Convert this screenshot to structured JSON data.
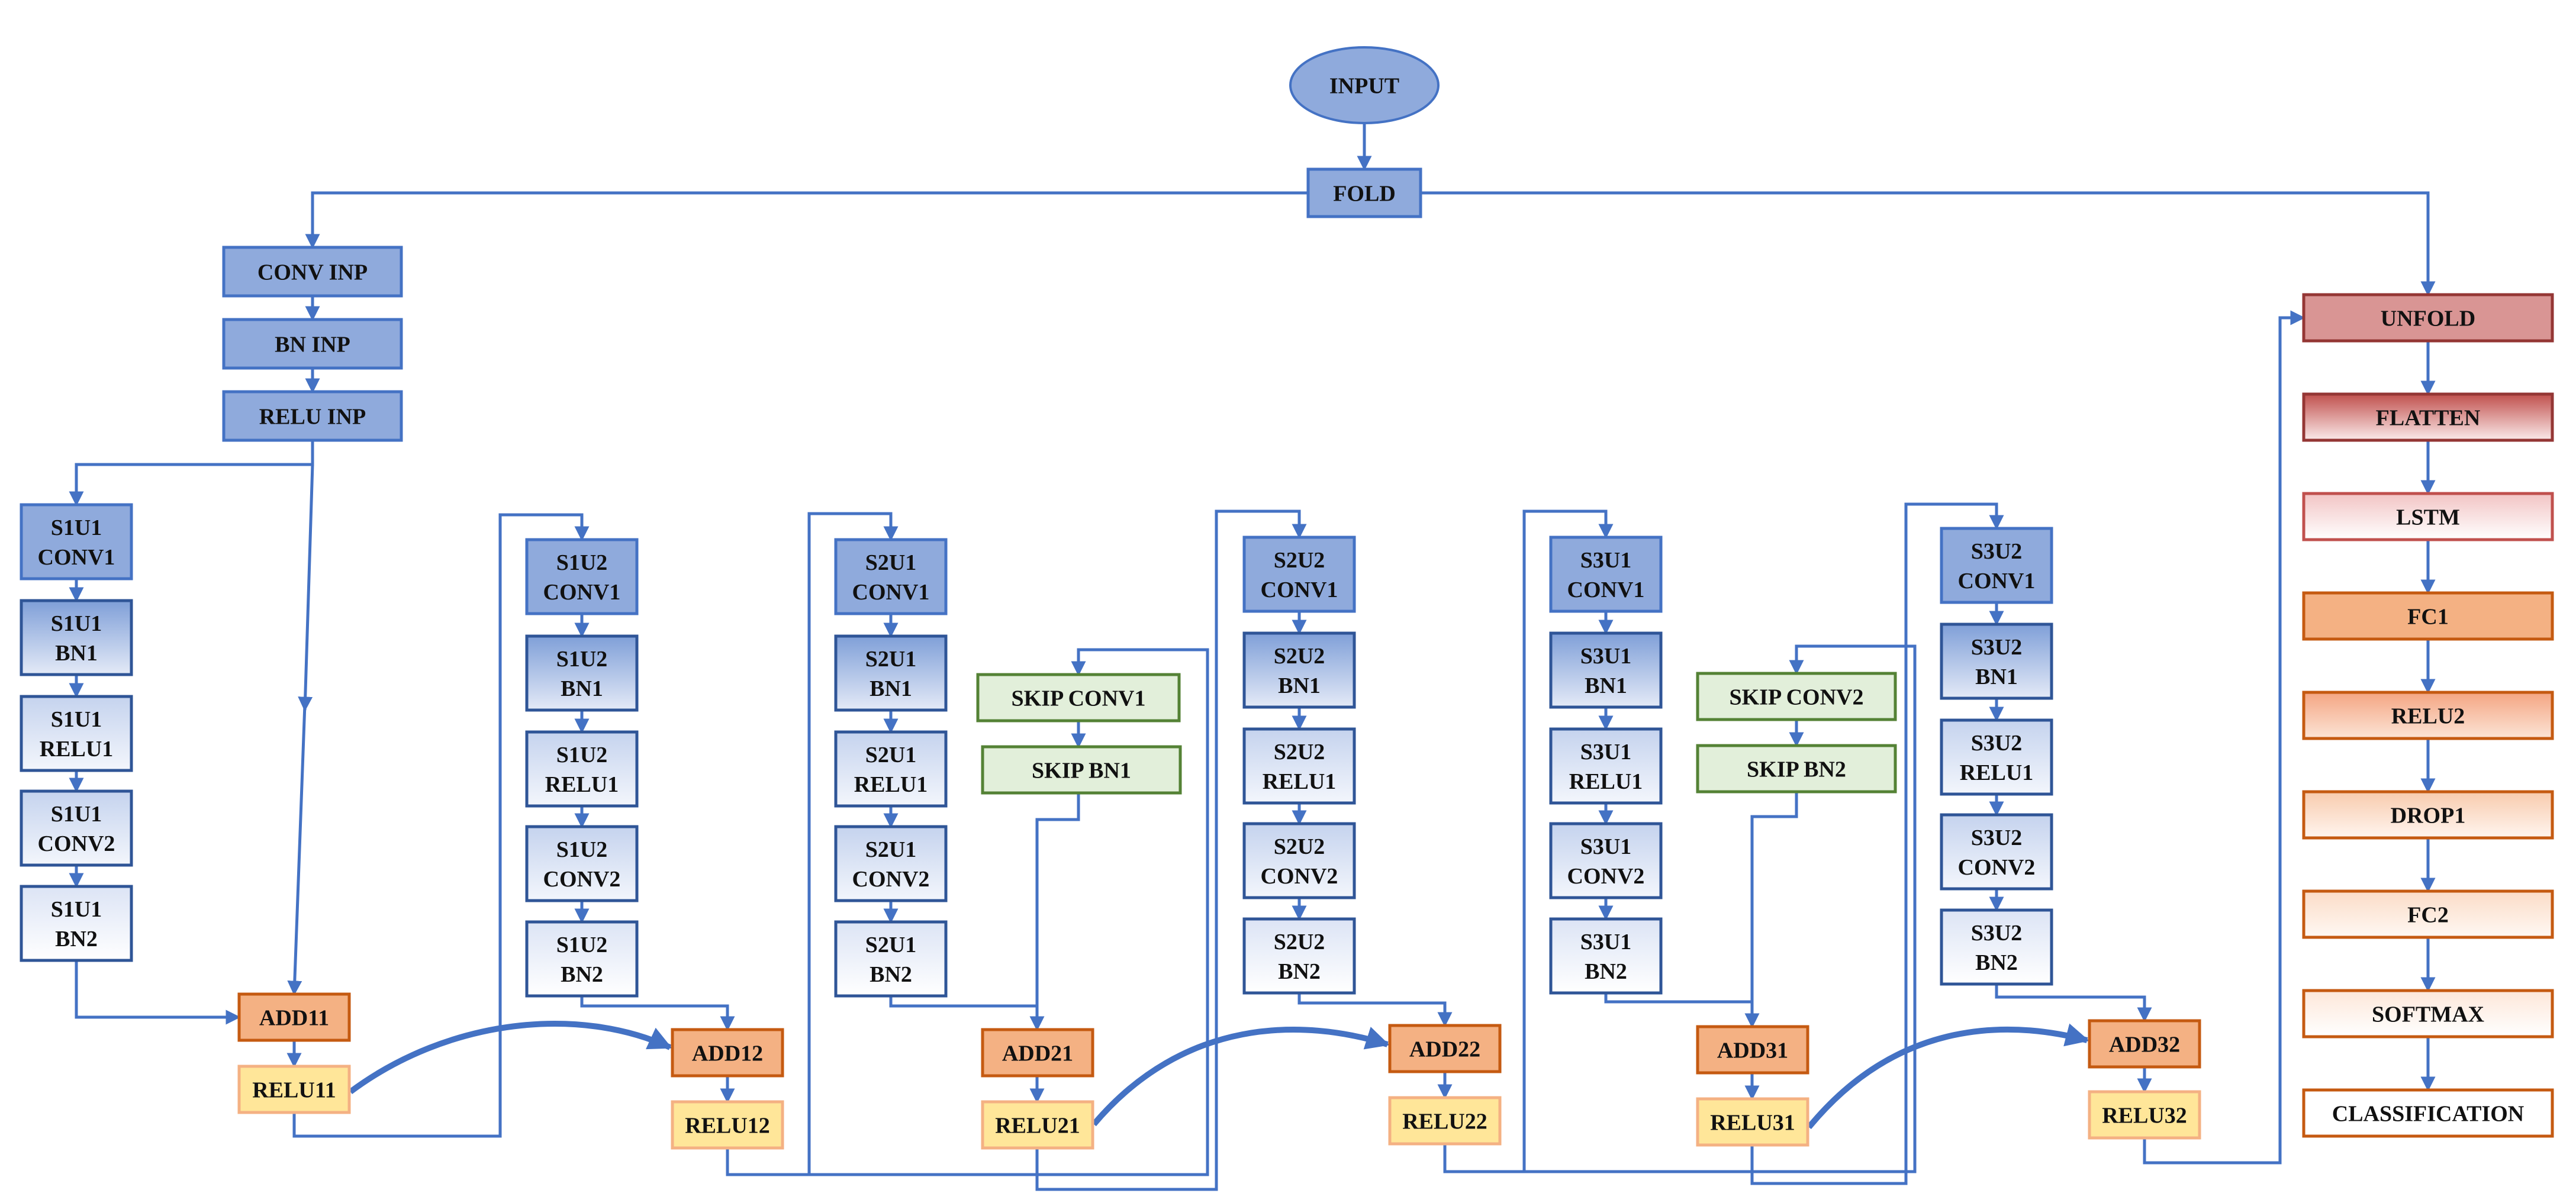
{
  "diagram": {
    "nodes": [
      {
        "id": "input",
        "lines": [
          "INPUT"
        ],
        "style": "ellipse"
      },
      {
        "id": "fold",
        "lines": [
          "FOLD"
        ],
        "style": "blue"
      },
      {
        "id": "conv_inp",
        "lines": [
          "CONV INP"
        ],
        "style": "blue"
      },
      {
        "id": "bn_inp",
        "lines": [
          "BN INP"
        ],
        "style": "blue"
      },
      {
        "id": "relu_inp",
        "lines": [
          "RELU INP"
        ],
        "style": "blue"
      },
      {
        "id": "s1u1_conv1",
        "lines": [
          "S1U1",
          "CONV1"
        ],
        "style": "blue"
      },
      {
        "id": "s1u1_bn1",
        "lines": [
          "S1U1",
          "BN1"
        ],
        "style": "blue2"
      },
      {
        "id": "s1u1_relu1",
        "lines": [
          "S1U1",
          "RELU1"
        ],
        "style": "light"
      },
      {
        "id": "s1u1_conv2",
        "lines": [
          "S1U1",
          "CONV2"
        ],
        "style": "light"
      },
      {
        "id": "s1u1_bn2",
        "lines": [
          "S1U1",
          "BN2"
        ],
        "style": "lighter"
      },
      {
        "id": "add11",
        "lines": [
          "ADD11"
        ],
        "style": "orange"
      },
      {
        "id": "relu11",
        "lines": [
          "RELU11"
        ],
        "style": "yellow"
      },
      {
        "id": "s1u2_conv1",
        "lines": [
          "S1U2",
          "CONV1"
        ],
        "style": "blue"
      },
      {
        "id": "s1u2_bn1",
        "lines": [
          "S1U2",
          "BN1"
        ],
        "style": "blue2"
      },
      {
        "id": "s1u2_relu1",
        "lines": [
          "S1U2",
          "RELU1"
        ],
        "style": "light"
      },
      {
        "id": "s1u2_conv2",
        "lines": [
          "S1U2",
          "CONV2"
        ],
        "style": "light"
      },
      {
        "id": "s1u2_bn2",
        "lines": [
          "S1U2",
          "BN2"
        ],
        "style": "lighter"
      },
      {
        "id": "add12",
        "lines": [
          "ADD12"
        ],
        "style": "orange"
      },
      {
        "id": "relu12",
        "lines": [
          "RELU12"
        ],
        "style": "yellow"
      },
      {
        "id": "s2u1_conv1",
        "lines": [
          "S2U1",
          "CONV1"
        ],
        "style": "blue"
      },
      {
        "id": "s2u1_bn1",
        "lines": [
          "S2U1",
          "BN1"
        ],
        "style": "blue2"
      },
      {
        "id": "s2u1_relu1",
        "lines": [
          "S2U1",
          "RELU1"
        ],
        "style": "light"
      },
      {
        "id": "s2u1_conv2",
        "lines": [
          "S2U1",
          "CONV2"
        ],
        "style": "light"
      },
      {
        "id": "s2u1_bn2",
        "lines": [
          "S2U1",
          "BN2"
        ],
        "style": "lighter"
      },
      {
        "id": "skip_conv1",
        "lines": [
          "SKIP CONV1"
        ],
        "style": "green"
      },
      {
        "id": "skip_bn1",
        "lines": [
          "SKIP BN1"
        ],
        "style": "green"
      },
      {
        "id": "add21",
        "lines": [
          "ADD21"
        ],
        "style": "orange"
      },
      {
        "id": "relu21",
        "lines": [
          "RELU21"
        ],
        "style": "yellow"
      },
      {
        "id": "s2u2_conv1",
        "lines": [
          "S2U2",
          "CONV1"
        ],
        "style": "blue"
      },
      {
        "id": "s2u2_bn1",
        "lines": [
          "S2U2",
          "BN1"
        ],
        "style": "blue2"
      },
      {
        "id": "s2u2_relu1",
        "lines": [
          "S2U2",
          "RELU1"
        ],
        "style": "light"
      },
      {
        "id": "s2u2_conv2",
        "lines": [
          "S2U2",
          "CONV2"
        ],
        "style": "light"
      },
      {
        "id": "s2u2_bn2",
        "lines": [
          "S2U2",
          "BN2"
        ],
        "style": "lighter"
      },
      {
        "id": "add22",
        "lines": [
          "ADD22"
        ],
        "style": "orange"
      },
      {
        "id": "relu22",
        "lines": [
          "RELU22"
        ],
        "style": "yellow"
      },
      {
        "id": "s3u1_conv1",
        "lines": [
          "S3U1",
          "CONV1"
        ],
        "style": "blue"
      },
      {
        "id": "s3u1_bn1",
        "lines": [
          "S3U1",
          "BN1"
        ],
        "style": "blue2"
      },
      {
        "id": "s3u1_relu1",
        "lines": [
          "S3U1",
          "RELU1"
        ],
        "style": "light"
      },
      {
        "id": "s3u1_conv2",
        "lines": [
          "S3U1",
          "CONV2"
        ],
        "style": "light"
      },
      {
        "id": "s3u1_bn2",
        "lines": [
          "S3U1",
          "BN2"
        ],
        "style": "lighter"
      },
      {
        "id": "skip_conv2",
        "lines": [
          "SKIP CONV2"
        ],
        "style": "green"
      },
      {
        "id": "skip_bn2",
        "lines": [
          "SKIP BN2"
        ],
        "style": "green"
      },
      {
        "id": "add31",
        "lines": [
          "ADD31"
        ],
        "style": "orange"
      },
      {
        "id": "relu31",
        "lines": [
          "RELU31"
        ],
        "style": "yellow"
      },
      {
        "id": "s3u2_conv1",
        "lines": [
          "S3U2",
          "CONV1"
        ],
        "style": "blue"
      },
      {
        "id": "s3u2_bn1",
        "lines": [
          "S3U2",
          "BN1"
        ],
        "style": "blue2"
      },
      {
        "id": "s3u2_relu1",
        "lines": [
          "S3U2",
          "RELU1"
        ],
        "style": "light"
      },
      {
        "id": "s3u2_conv2",
        "lines": [
          "S3U2",
          "CONV2"
        ],
        "style": "light"
      },
      {
        "id": "s3u2_bn2",
        "lines": [
          "S3U2",
          "BN2"
        ],
        "style": "lighter"
      },
      {
        "id": "add32",
        "lines": [
          "ADD32"
        ],
        "style": "orange"
      },
      {
        "id": "relu32",
        "lines": [
          "RELU32"
        ],
        "style": "yellow"
      },
      {
        "id": "unfold",
        "lines": [
          "UNFOLD"
        ],
        "style": "red"
      },
      {
        "id": "flatten",
        "lines": [
          "FLATTEN"
        ],
        "style": "red2"
      },
      {
        "id": "lstm",
        "lines": [
          "LSTM"
        ],
        "style": "pinkborder"
      },
      {
        "id": "fc1",
        "lines": [
          "FC1"
        ],
        "style": "salmon"
      },
      {
        "id": "relu2",
        "lines": [
          "RELU2"
        ],
        "style": "salmon2"
      },
      {
        "id": "drop1",
        "lines": [
          "DROP1"
        ],
        "style": "salmon3"
      },
      {
        "id": "fc2",
        "lines": [
          "FC2"
        ],
        "style": "salmon4"
      },
      {
        "id": "softmax",
        "lines": [
          "SOFTMAX"
        ],
        "style": "salmon5"
      },
      {
        "id": "classification",
        "lines": [
          "CLASSIFICATION"
        ],
        "style": "white_orange"
      }
    ],
    "colors": {
      "line": "#4472C4",
      "blue_fill": "#8FAADC",
      "blue_border": "#4472C4",
      "green_fill": "#E2EFDA",
      "green_border": "#548235",
      "orange_fill": "#F4B183",
      "orange_border": "#C55A11",
      "yellow_fill": "#FFE699",
      "yellow_border": "#F4B183",
      "red_fill": "#D99594",
      "red_border": "#943634",
      "ellipse_fill": "#8FAADC"
    }
  }
}
